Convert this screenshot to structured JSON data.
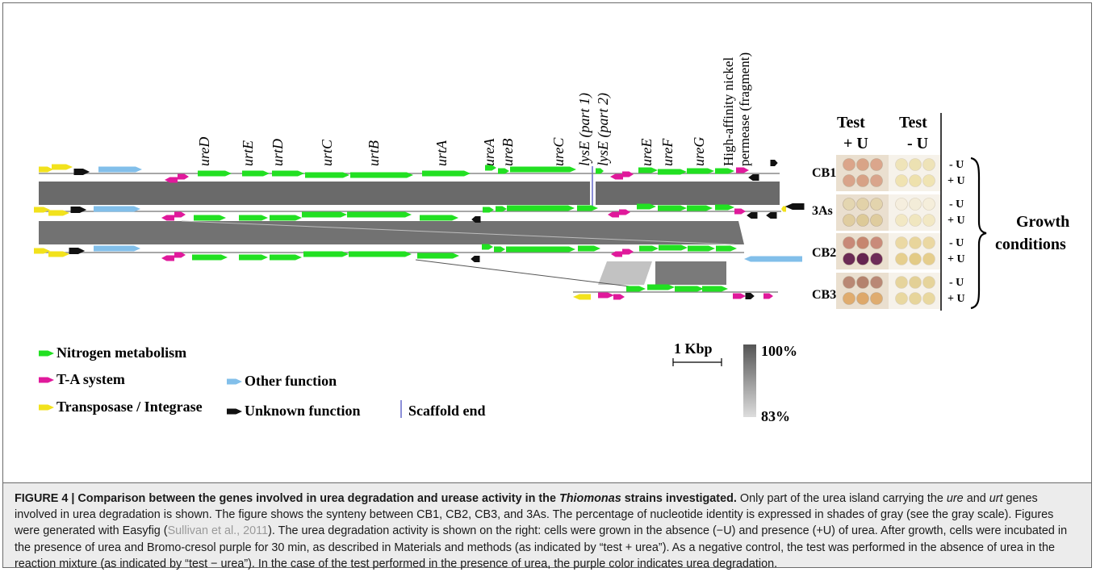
{
  "figure": {
    "gene_labels": [
      "ureD",
      "urtE",
      "urtD",
      "urtC",
      "urtB",
      "urtA",
      "ureA",
      "ureB",
      "ureC",
      "lysE (part 1)",
      "lysE (part 2)",
      "ureE",
      "ureF",
      "ureG"
    ],
    "permease_label_line1": "High-affinity nickel",
    "permease_label_line2": "permease (fragment)",
    "strains": [
      "CB1",
      "3As",
      "CB2",
      "CB3"
    ],
    "legend": {
      "nitrogen": "Nitrogen metabolism",
      "ta": "T-A system",
      "transposase": "Transposase / Integrase",
      "other": "Other function",
      "unknown": "Unknown function",
      "scaffold": "Scaffold end"
    },
    "colors": {
      "nitrogen": "#22e022",
      "ta": "#e0199b",
      "transposase": "#f2e21c",
      "other": "#82bfea",
      "unknown": "#111111",
      "scaffold": "#8c8fd8",
      "identity_high": "#5a5a5a",
      "identity_low": "#d6d6d6"
    },
    "scale_bar_label": "1 Kbp",
    "gray_scale_max": "100%",
    "gray_scale_min": "83%",
    "test_pos_line1": "Test",
    "test_pos_line2": "+ U",
    "test_neg_line1": "Test",
    "test_neg_line2": "- U",
    "minus_u": "- U",
    "plus_u": "+ U",
    "growth_line1": "Growth",
    "growth_line2": "conditions"
  },
  "caption": {
    "label": "FIGURE 4 | Comparison between the genes involved in urea degradation and urease activity in the",
    "genus": "Thiomonas",
    "title_end": "strains investigated.",
    "part1": "Only part of the urea island carrying the",
    "ure": "ure",
    "and": "and",
    "urt": "urt",
    "part2": "genes involved in urea degradation is shown. The figure shows the synteny between CB1, CB2, CB3, and 3As. The percentage of nucleotide identity is expressed in shades of gray (see the gray scale). Figures were generated with Easyfig (",
    "citation": "Sullivan et al., 2011",
    "part3": "). The urea degradation activity is shown on the right: cells were grown in the absence (−U) and presence (+U) of urea. After growth, cells were incubated in the presence of urea and Bromo-cresol purple for 30 min, as described in Materials and methods (as indicated by “test + urea”). As a negative control, the test was performed in the absence of urea in the reaction mixture (as indicated by “test − urea”). In the case of the test performed in the presence of urea, the purple color indicates urea degradation."
  }
}
